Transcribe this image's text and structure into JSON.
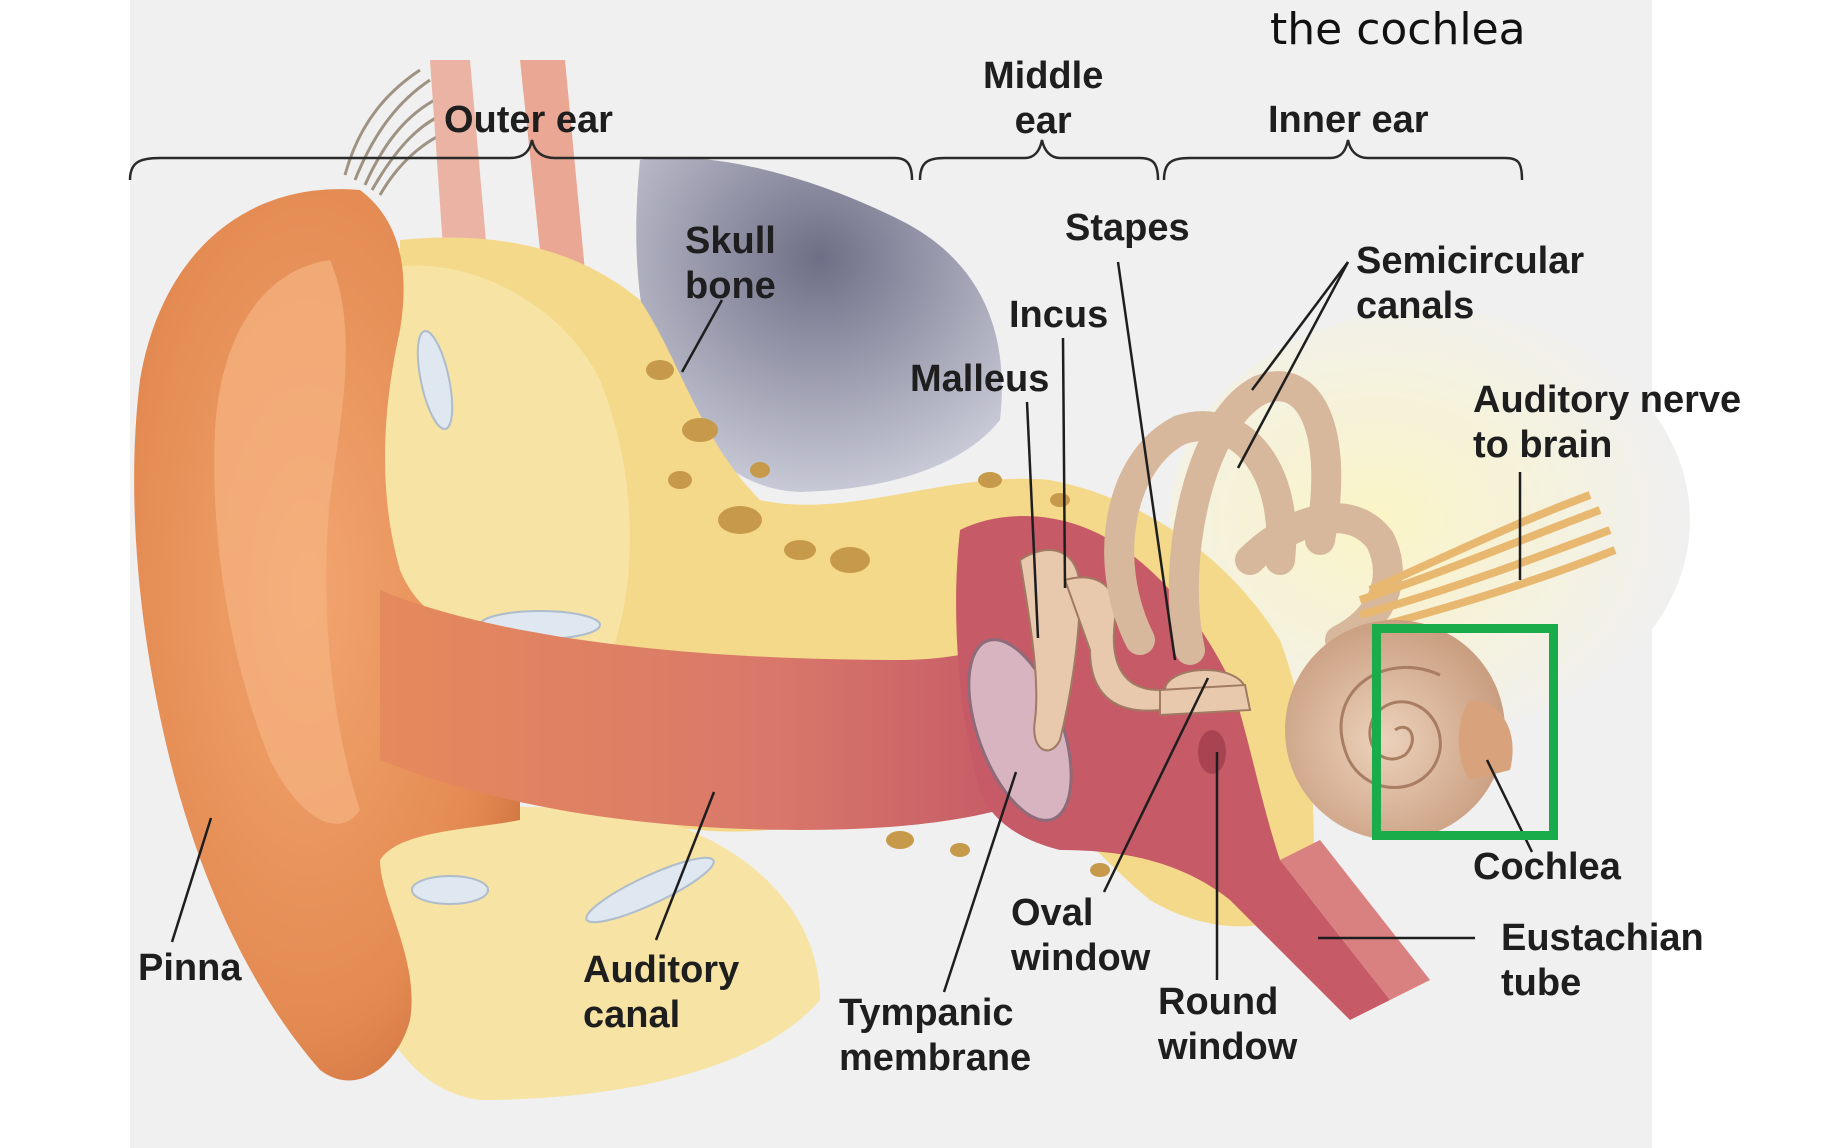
{
  "caption": "the cochlea",
  "labels": {
    "outer_ear": "Outer ear",
    "middle_ear": "Middle\near",
    "inner_ear": "Inner ear",
    "skull_bone": "Skull\nbone",
    "stapes": "Stapes",
    "incus": "Incus",
    "malleus": "Malleus",
    "semicircular_canals": "Semicircular\ncanals",
    "auditory_nerve": "Auditory nerve\nto brain",
    "cochlea": "Cochlea",
    "eustachian_tube": "Eustachian\ntube",
    "pinna": "Pinna",
    "auditory_canal": "Auditory\ncanal",
    "oval_window": "Oval\nwindow",
    "tympanic_membrane": "Tympanic\nmembrane",
    "round_window": "Round\nwindow"
  },
  "highlight": {
    "target": "cochlea",
    "color": "#1aab4a"
  },
  "colors": {
    "plate_background": "#f0f0f0",
    "skin": "#e8925a",
    "bone": "#f5dc8a",
    "cavity": "#c0606a",
    "ossicles": "#e6c4a8",
    "text": "#1e1e1e"
  }
}
